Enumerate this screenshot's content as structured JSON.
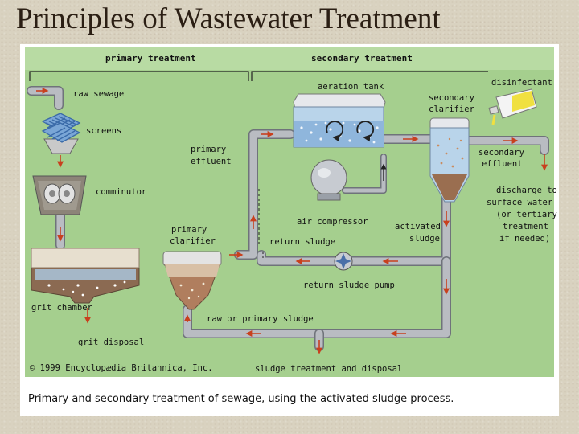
{
  "slide": {
    "title": "Principles of Wastewater Treatment"
  },
  "diagram": {
    "headers": {
      "primary": "primary treatment",
      "secondary": "secondary treatment"
    },
    "labels": {
      "raw_sewage": "raw sewage",
      "screens": "screens",
      "comminutor": "comminutor",
      "grit_chamber": "grit chamber",
      "grit_disposal": "grit disposal",
      "primary_effluent_1": "primary",
      "primary_effluent_2": "effluent",
      "primary_clarifier_1": "primary",
      "primary_clarifier_2": "clarifier",
      "aeration_tank": "aeration tank",
      "secondary_clarifier_1": "secondary",
      "secondary_clarifier_2": "clarifier",
      "disinfectant": "disinfectant",
      "secondary_effluent_1": "secondary",
      "secondary_effluent_2": "effluent",
      "discharge_1": "discharge to",
      "discharge_2": "surface water",
      "discharge_3": "(or tertiary",
      "discharge_4": "treatment",
      "discharge_5": "if needed)",
      "air_compressor": "air compressor",
      "activated_sludge_1": "activated",
      "activated_sludge_2": "sludge",
      "return_sludge": "return sludge",
      "return_sludge_pump": "return sludge pump",
      "raw_primary_sludge": "raw or primary sludge",
      "sludge_treatment": "sludge treatment and disposal",
      "copyright": "© 1999 Encyclopædia Britannica, Inc."
    },
    "caption": "Primary and secondary treatment of sewage, using the activated sludge process.",
    "colors": {
      "background": "#a5cf8e",
      "pipe": "#b9bcc2",
      "pipe_edge": "#6f737a",
      "flow_arrow": "#c8401e",
      "tank_water": "#a9c9e4",
      "sludge": "#9a6e50"
    }
  }
}
